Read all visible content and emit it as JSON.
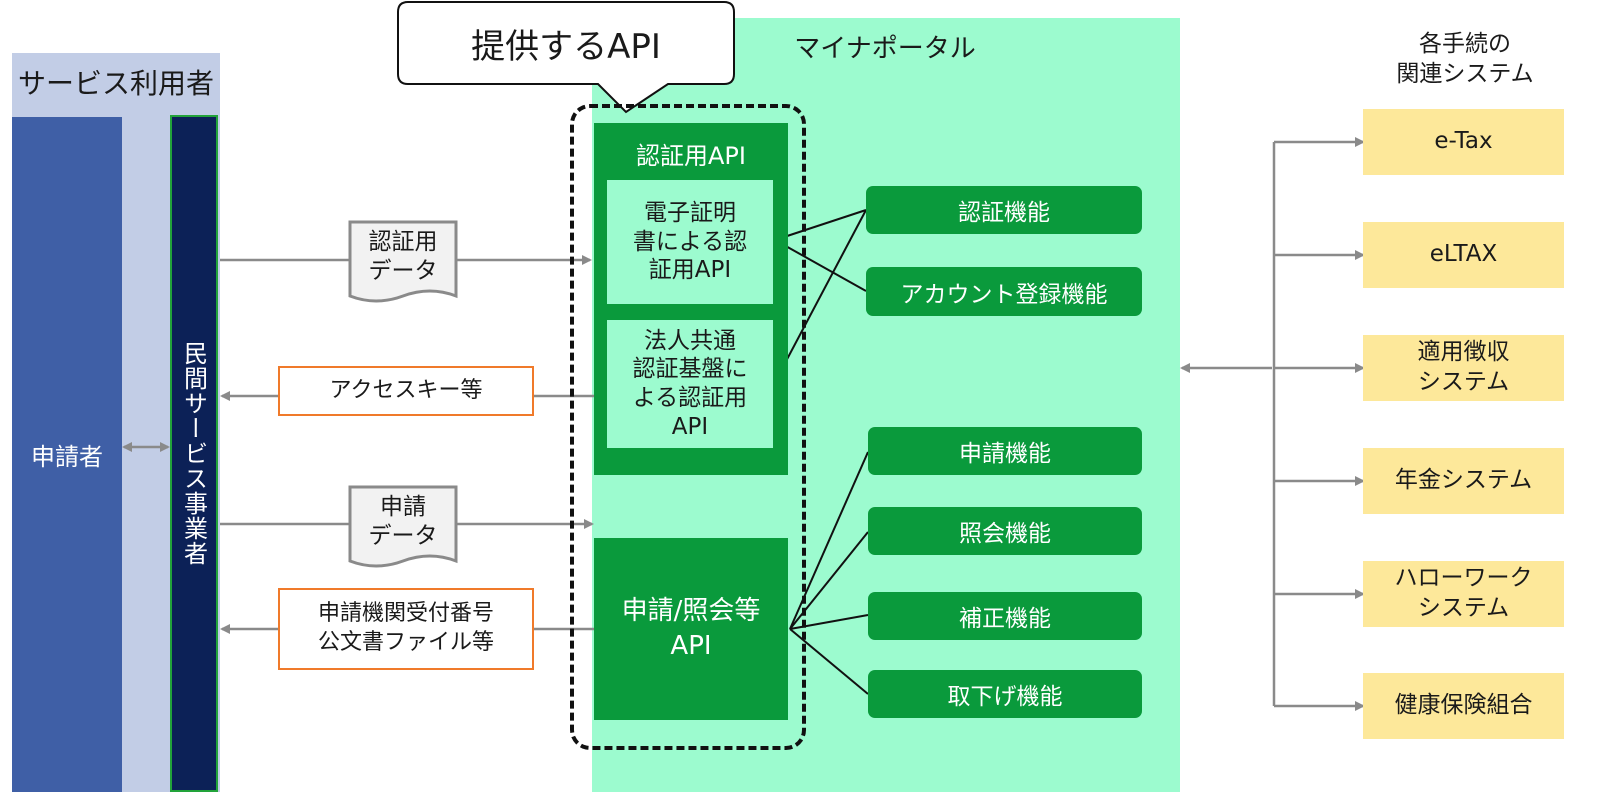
{
  "title": "提供するAPI",
  "users": {
    "group_title": "サービス利用者",
    "applicant": "申請者",
    "provider": "民間サービス事業者"
  },
  "portal": {
    "title": "マイナポータル",
    "auth_api": {
      "title": "認証用API",
      "sub1": "電子証明\n書による認\n証用API",
      "sub2": "法人共通\n認証基盤に\nよる認証用\nAPI"
    },
    "apply_api": "申請/照会等\nAPI",
    "functions": [
      "認証機能",
      "アカウント登録機能",
      "申請機能",
      "照会機能",
      "補正機能",
      "取下げ機能"
    ]
  },
  "flows": {
    "auth_data": "認証用\nデータ",
    "access_key": "アクセスキー等",
    "apply_data": "申請\nデータ",
    "receipt": "申請機関受付番号\n公文書ファイル等"
  },
  "systems": {
    "title": "各手続の\n関連システム",
    "items": [
      "e-Tax",
      "eLTAX",
      "適用徴収\nシステム",
      "年金システム",
      "ハローワーク\nシステム",
      "健康保険組合"
    ]
  },
  "colors": {
    "portal_bg": "#9cfbcf",
    "api_green": "#0a9a3c",
    "provider_navy": "#0c2157",
    "applicant_blue": "#3f5fa6",
    "user_bg": "#c2cde6",
    "system_yellow": "#fde89a",
    "flow_orange": "#f07a2a",
    "arrow_gray": "#8a8a8a"
  }
}
